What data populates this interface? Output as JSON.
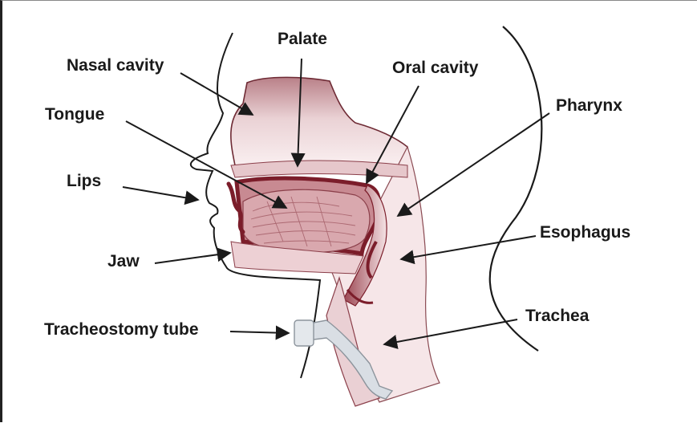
{
  "figure": {
    "labels": {
      "palate": "Palate",
      "nasal_cavity": "Nasal cavity",
      "oral_cavity": "Oral cavity",
      "pharynx": "Pharynx",
      "tongue": "Tongue",
      "lips": "Lips",
      "esophagus": "Esophagus",
      "jaw": "Jaw",
      "trachea": "Trachea",
      "tracheostomy_tube": "Tracheostomy tube"
    }
  },
  "colors": {
    "tissue_dark": "#7b1d2a",
    "tissue_mid": "#b56a72",
    "tissue_light": "#f3dde0",
    "outline": "#222222",
    "tube": "#d9dee4"
  }
}
